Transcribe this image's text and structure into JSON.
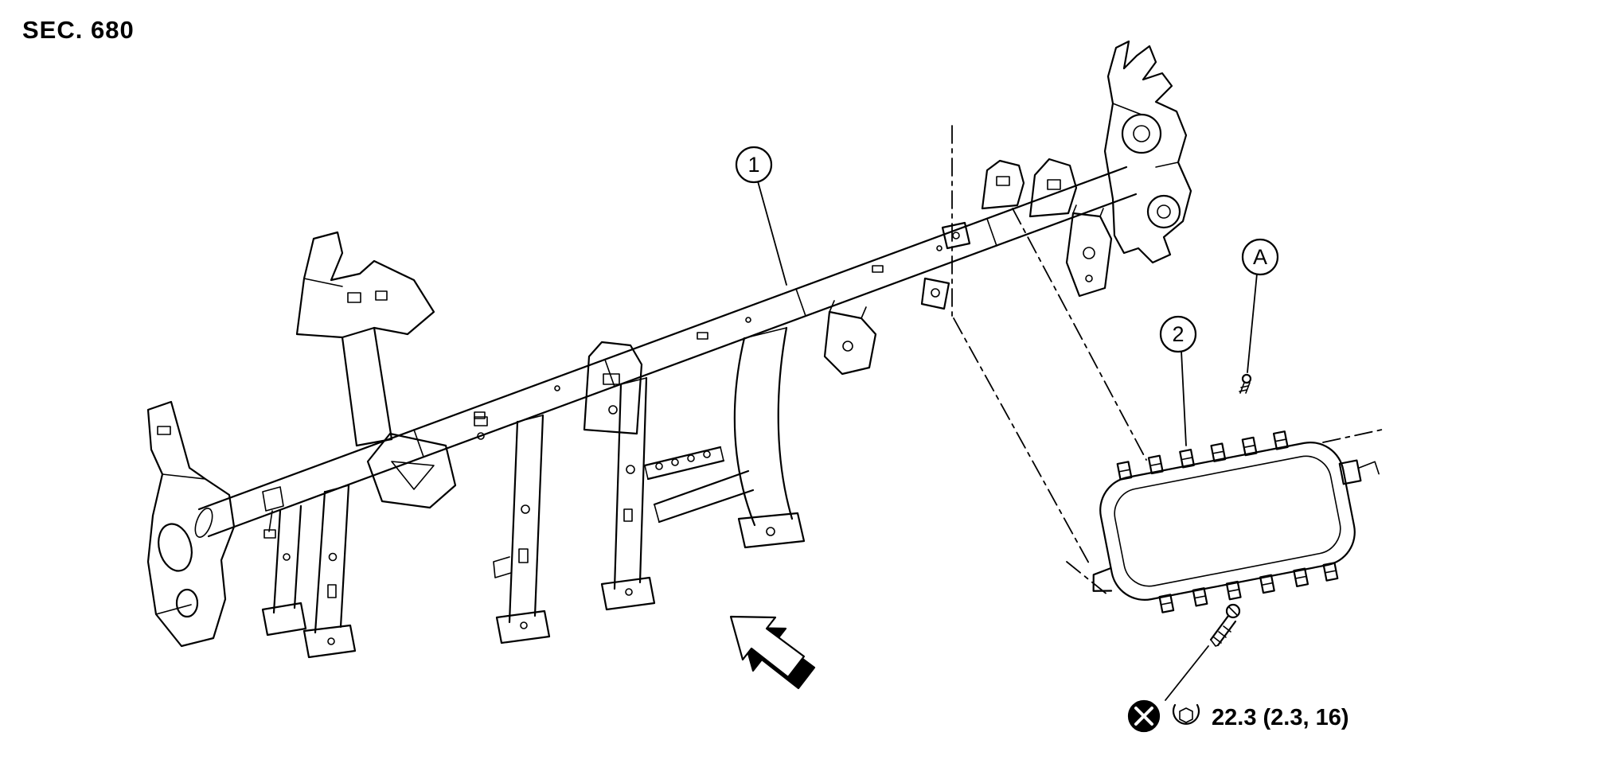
{
  "colors": {
    "ink": "#000000",
    "paper": "#ffffff"
  },
  "header": {
    "section_label": "SEC. 680"
  },
  "callouts": {
    "one": "1",
    "two": "2",
    "a": "A"
  },
  "torque_note": {
    "text": "22.3 (2.3, 16)",
    "symbols": [
      "crossed-circle-fastener-icon",
      "nut-retainer-icon"
    ]
  },
  "icons": {
    "direction": "front-direction-arrow-icon"
  }
}
